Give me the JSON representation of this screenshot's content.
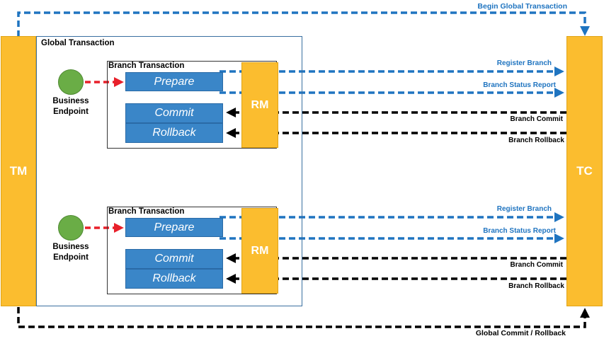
{
  "participants": {
    "tm": "TM",
    "tc": "TC",
    "rm": "RM"
  },
  "global_transaction_title": "Global Transaction",
  "begin_global_label": "Begin Global Transaction",
  "global_commit_label": "Global Commit / Rollback",
  "branches": [
    {
      "title": "Branch Transaction",
      "endpoint_label": "Business\nEndpoint",
      "prepare": "Prepare",
      "commit": "Commit",
      "rollback": "Rollback",
      "rm": "RM",
      "register_label": "Register Branch",
      "status_label": "Branch Status Report",
      "commit_label": "Branch Commit",
      "rollback_label": "Branch Rollback"
    },
    {
      "title": "Branch Transaction",
      "endpoint_label": "Business\nEndpoint",
      "prepare": "Prepare",
      "commit": "Commit",
      "rollback": "Rollback",
      "rm": "RM",
      "register_label": "Register Branch",
      "status_label": "Branch Status Report",
      "commit_label": "Branch Commit",
      "rollback_label": "Branch Rollback"
    }
  ],
  "colors": {
    "bar": "#fbbd2f",
    "box": "#3a86c8",
    "endpoint": "#6aad46",
    "blue_arrow": "#1f74c0",
    "black_arrow": "#000000",
    "red_arrow": "#e8202a"
  }
}
